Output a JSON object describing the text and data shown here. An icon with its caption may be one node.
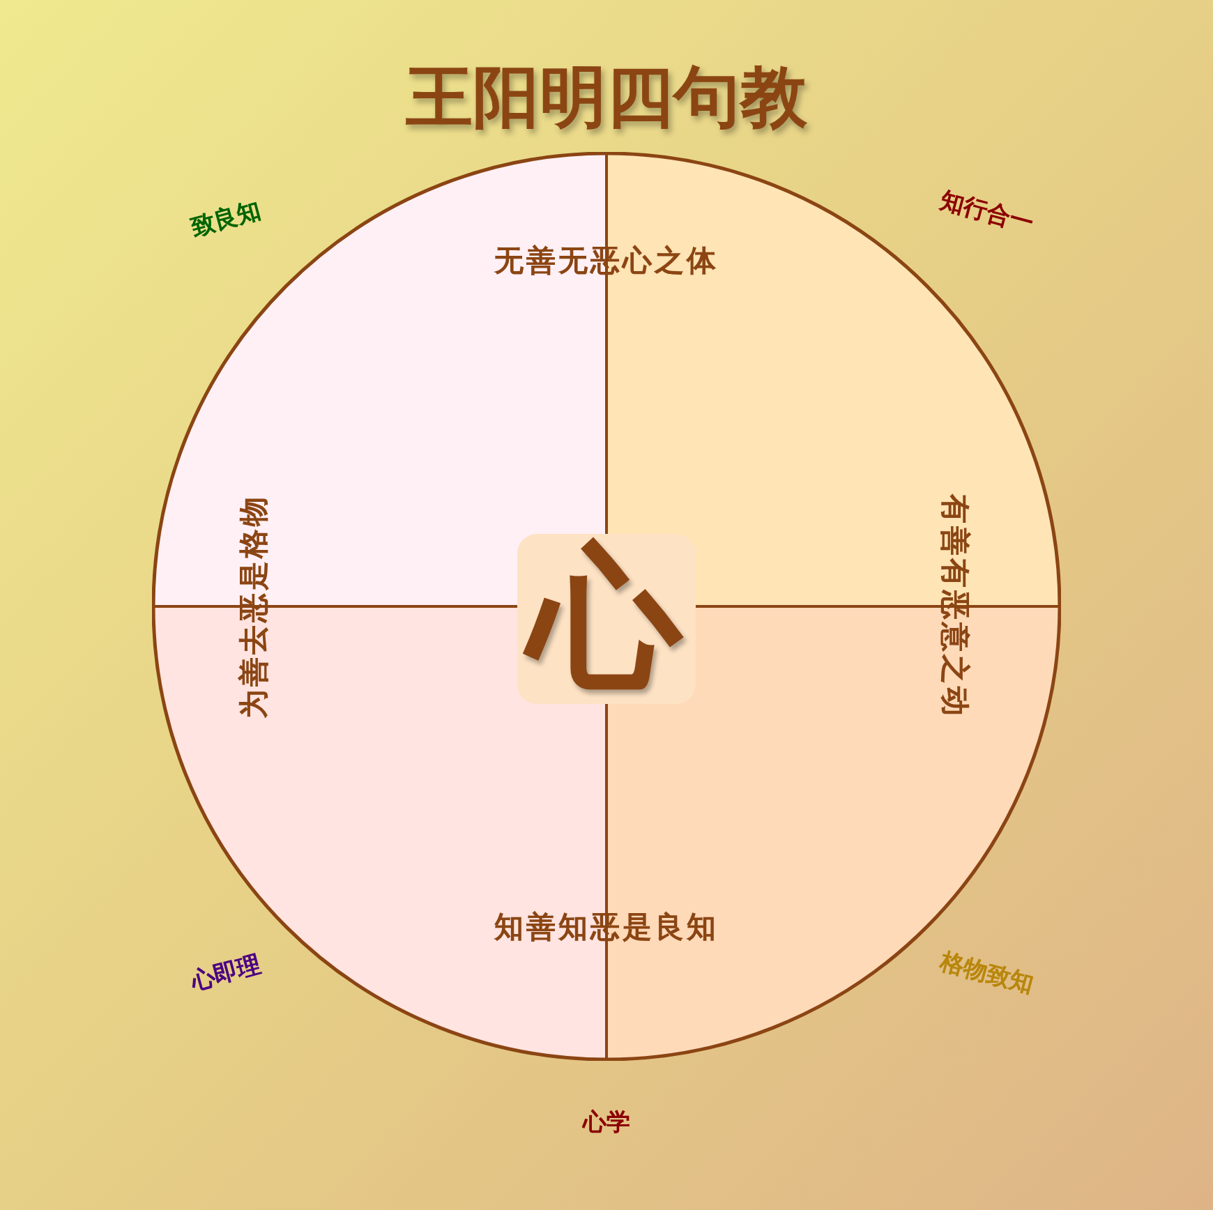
{
  "diagram": {
    "title": "王阳明四句教",
    "nodes": [
      {
        "text": [
          "无善无恶心之体",
          "为善去恶是格物",
          "心",
          "有善有恶意之动",
          "知善知恶是良知"
        ]
      }
    ],
    "labels": [
      "致良知",
      "知行合一",
      "心即理",
      "格物致知",
      "心学"
    ]
  }
}
